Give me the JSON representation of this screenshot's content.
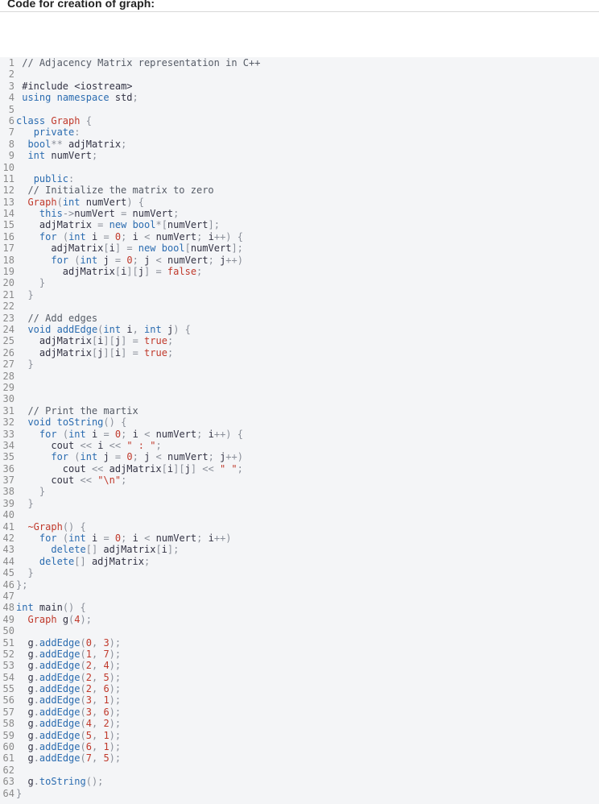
{
  "page": {
    "title": "Code for creation of graph:"
  },
  "code": {
    "language": "C++",
    "lines": [
      {
        "n": "1",
        "text": " // Adjacency Matrix representation in C++"
      },
      {
        "n": "2",
        "text": ""
      },
      {
        "n": "3",
        "text": " #include <iostream>"
      },
      {
        "n": "4",
        "text": " using namespace std;"
      },
      {
        "n": "5",
        "text": ""
      },
      {
        "n": "6",
        "text": "class Graph {"
      },
      {
        "n": "7",
        "text": "   private:"
      },
      {
        "n": "8",
        "text": "  bool** adjMatrix;"
      },
      {
        "n": "9",
        "text": "  int numVert;"
      },
      {
        "n": "10",
        "text": ""
      },
      {
        "n": "11",
        "text": "   public:"
      },
      {
        "n": "12",
        "text": "  // Initialize the matrix to zero"
      },
      {
        "n": "13",
        "text": "  Graph(int numVert) {"
      },
      {
        "n": "14",
        "text": "    this->numVert = numVert;"
      },
      {
        "n": "15",
        "text": "    adjMatrix = new bool*[numVert];"
      },
      {
        "n": "16",
        "text": "    for (int i = 0; i < numVert; i++) {"
      },
      {
        "n": "17",
        "text": "      adjMatrix[i] = new bool[numVert];"
      },
      {
        "n": "18",
        "text": "      for (int j = 0; j < numVert; j++)"
      },
      {
        "n": "19",
        "text": "        adjMatrix[i][j] = false;"
      },
      {
        "n": "20",
        "text": "    }"
      },
      {
        "n": "21",
        "text": "  }"
      },
      {
        "n": "22",
        "text": ""
      },
      {
        "n": "23",
        "text": "  // Add edges"
      },
      {
        "n": "24",
        "text": "  void addEdge(int i, int j) {"
      },
      {
        "n": "25",
        "text": "    adjMatrix[i][j] = true;"
      },
      {
        "n": "26",
        "text": "    adjMatrix[j][i] = true;"
      },
      {
        "n": "27",
        "text": "  }"
      },
      {
        "n": "28",
        "text": ""
      },
      {
        "n": "29",
        "text": ""
      },
      {
        "n": "30",
        "text": ""
      },
      {
        "n": "31",
        "text": "  // Print the martix"
      },
      {
        "n": "32",
        "text": "  void toString() {"
      },
      {
        "n": "33",
        "text": "    for (int i = 0; i < numVert; i++) {"
      },
      {
        "n": "34",
        "text": "      cout << i << \" : \";"
      },
      {
        "n": "35",
        "text": "      for (int j = 0; j < numVert; j++)"
      },
      {
        "n": "36",
        "text": "        cout << adjMatrix[i][j] << \" \";"
      },
      {
        "n": "37",
        "text": "      cout << \"\\n\";"
      },
      {
        "n": "38",
        "text": "    }"
      },
      {
        "n": "39",
        "text": "  }"
      },
      {
        "n": "40",
        "text": ""
      },
      {
        "n": "41",
        "text": "  ~Graph() {"
      },
      {
        "n": "42",
        "text": "    for (int i = 0; i < numVert; i++)"
      },
      {
        "n": "43",
        "text": "      delete[] adjMatrix[i];"
      },
      {
        "n": "44",
        "text": "    delete[] adjMatrix;"
      },
      {
        "n": "45",
        "text": "  }"
      },
      {
        "n": "46",
        "text": "};"
      },
      {
        "n": "47",
        "text": ""
      },
      {
        "n": "48",
        "text": "int main() {"
      },
      {
        "n": "49",
        "text": "  Graph g(4);"
      },
      {
        "n": "50",
        "text": ""
      },
      {
        "n": "51",
        "text": "  g.addEdge(0, 3);"
      },
      {
        "n": "52",
        "text": "  g.addEdge(1, 7);"
      },
      {
        "n": "53",
        "text": "  g.addEdge(2, 4);"
      },
      {
        "n": "54",
        "text": "  g.addEdge(2, 5);"
      },
      {
        "n": "55",
        "text": "  g.addEdge(2, 6);"
      },
      {
        "n": "56",
        "text": "  g.addEdge(3, 1);"
      },
      {
        "n": "57",
        "text": "  g.addEdge(3, 6);"
      },
      {
        "n": "58",
        "text": "  g.addEdge(4, 2);"
      },
      {
        "n": "59",
        "text": "  g.addEdge(5, 1);"
      },
      {
        "n": "60",
        "text": "  g.addEdge(6, 1);"
      },
      {
        "n": "61",
        "text": "  g.addEdge(7, 5);"
      },
      {
        "n": "62",
        "text": ""
      },
      {
        "n": "63",
        "text": "  g.toString();"
      },
      {
        "n": "64",
        "text": "}"
      }
    ]
  }
}
